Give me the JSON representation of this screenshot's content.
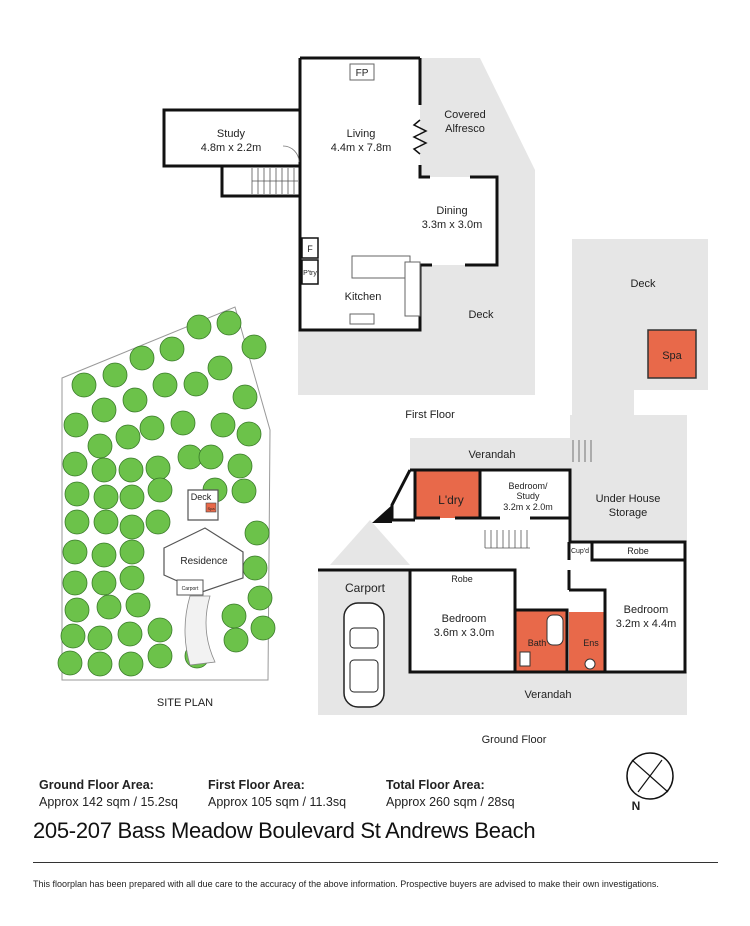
{
  "first_floor": {
    "title": "First Floor",
    "rooms": {
      "study_name": "Study",
      "study_dims": "4.8m x 2.2m",
      "living_name": "Living",
      "living_dims": "4.4m x 7.8m",
      "fp": "FP",
      "covered_1": "Covered",
      "covered_2": "Alfresco",
      "dining_name": "Dining",
      "dining_dims": "3.3m x 3.0m",
      "fridge": "F",
      "pantry": "P'try",
      "kitchen": "Kitchen",
      "deck": "Deck",
      "upper_deck": "Deck",
      "spa": "Spa"
    }
  },
  "ground_floor": {
    "title": "Ground Floor",
    "rooms": {
      "verandah_top": "Verandah",
      "laundry": "L'dry",
      "bedroom_study_1": "Bedroom/",
      "bedroom_study_2": "Study",
      "bedroom_study_dims": "3.2m x 2.0m",
      "under_house_1": "Under House",
      "under_house_2": "Storage",
      "carport": "Carport",
      "robe_left": "Robe",
      "bedroom_left_name": "Bedroom",
      "bedroom_left_dims": "3.6m x 3.0m",
      "bath": "Bath",
      "ens": "Ens",
      "cupd": "Cup'd",
      "robe_right": "Robe",
      "bedroom_right_name": "Bedroom",
      "bedroom_right_dims": "3.2m x 4.4m",
      "verandah_bottom": "Verandah"
    }
  },
  "site_plan": {
    "title": "SITE PLAN",
    "residence": "Residence",
    "deck": "Deck",
    "spa": "Spa",
    "carport": "Carport"
  },
  "areas": [
    {
      "label": "Ground Floor Area:",
      "value": "Approx 142 sqm / 15.2sq"
    },
    {
      "label": "First Floor Area:",
      "value": "Approx 105 sqm / 11.3sq"
    },
    {
      "label": "Total Floor Area:",
      "value": "Approx 260 sqm / 28sq"
    }
  ],
  "compass_label": "N",
  "address": "205-207 Bass Meadow Boulevard St Andrews Beach",
  "disclaimer": "This floorplan has been prepared with all due care to the accuracy of the above information. Prospective buyers are advised to make their own investigations.",
  "colors": {
    "accent": "#e8694a",
    "outdoor": "#e6e6e6",
    "wall": "#111111",
    "tree": "#6cc24a"
  }
}
